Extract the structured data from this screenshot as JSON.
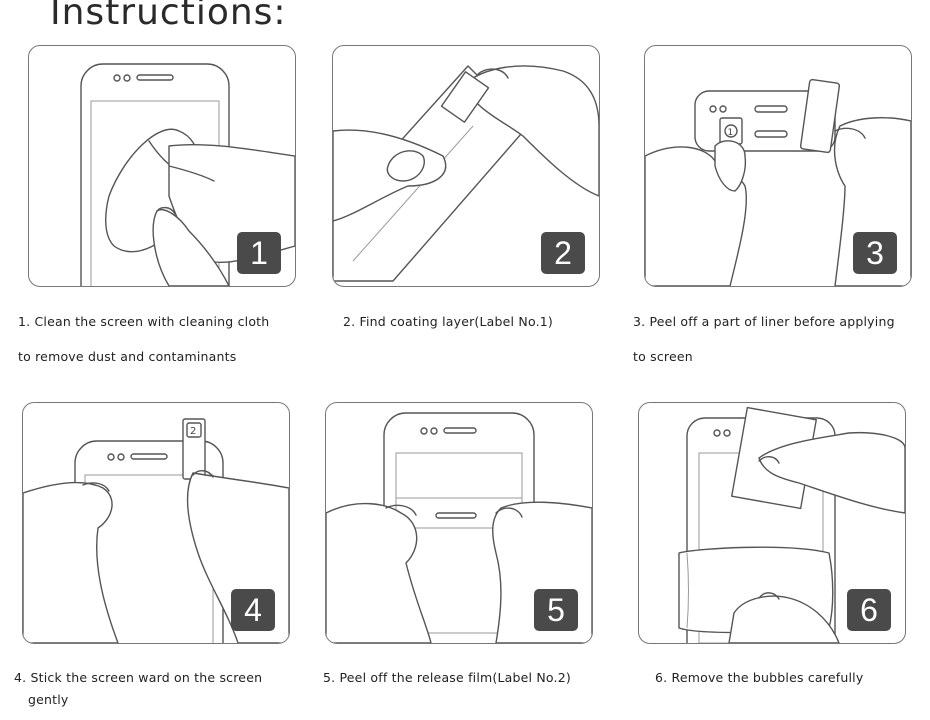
{
  "title": "Instructions:",
  "steps": [
    {
      "number": "1",
      "caption_line1": "1. Clean the screen with cleaning cloth",
      "caption_line2": "to remove dust and contaminants"
    },
    {
      "number": "2",
      "caption_line1": "2. Find coating layer(Label No.1)",
      "caption_line2": ""
    },
    {
      "number": "3",
      "caption_line1": "3. Peel off a part of liner before applying",
      "caption_line2": "to screen"
    },
    {
      "number": "4",
      "caption_line1": "4. Stick the screen ward on the screen",
      "caption_line2": "gently"
    },
    {
      "number": "5",
      "caption_line1": "5. Peel off the release film(Label No.2)",
      "caption_line2": ""
    },
    {
      "number": "6",
      "caption_line1": "6. Remove the bubbles carefully",
      "caption_line2": ""
    }
  ],
  "labels": {
    "label1": "1",
    "label2": "2"
  }
}
